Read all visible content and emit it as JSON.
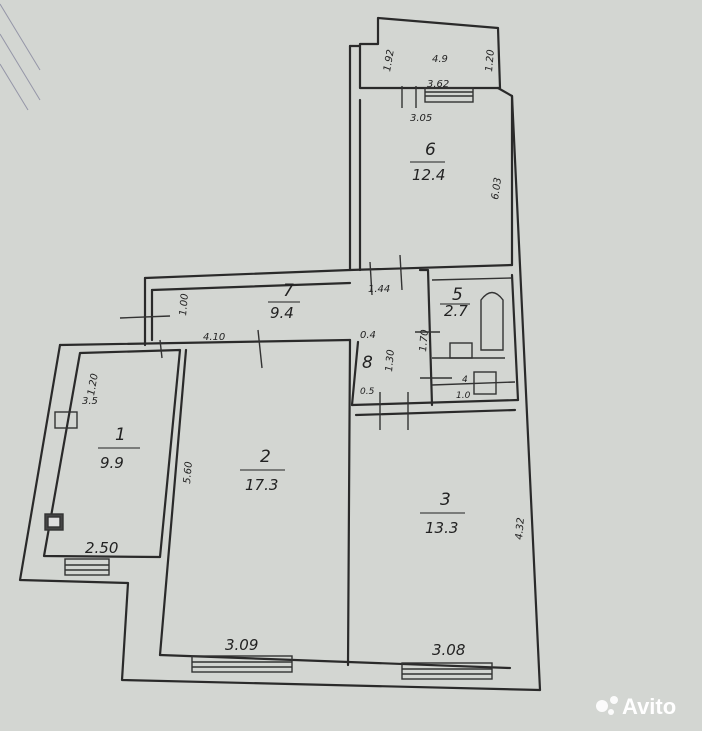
{
  "rooms": [
    {
      "number": "1",
      "area": "9.9"
    },
    {
      "number": "2",
      "area": "17.3"
    },
    {
      "number": "3",
      "area": "13.3"
    },
    {
      "number": "4",
      "area": "1.0"
    },
    {
      "number": "5",
      "area": "2.7"
    },
    {
      "number": "6",
      "area": "12.4"
    },
    {
      "number": "7",
      "area": "9.4"
    },
    {
      "number": "8",
      "area": "0.5"
    }
  ],
  "balcony": {
    "area": "4.9",
    "depth": "1.92",
    "depth_right": "1.20",
    "width": "3.62"
  },
  "dimensions": {
    "room6_width": "3.05",
    "room6_length": "6.03",
    "corridor_width": "1.44",
    "hall_depth": "1.00",
    "hall_length": "4.10",
    "room1_width": "2.50",
    "room1_depth_a": "1.20",
    "room1_depth_b": "3.5",
    "room2_depth": "5.60",
    "room2_width": "3.09",
    "room3_width": "3.08",
    "room3_length": "4.32",
    "closet_a": "0.4",
    "closet_b": "1.30",
    "bath_depth": "1.70"
  },
  "watermark": {
    "text": "Avito"
  }
}
